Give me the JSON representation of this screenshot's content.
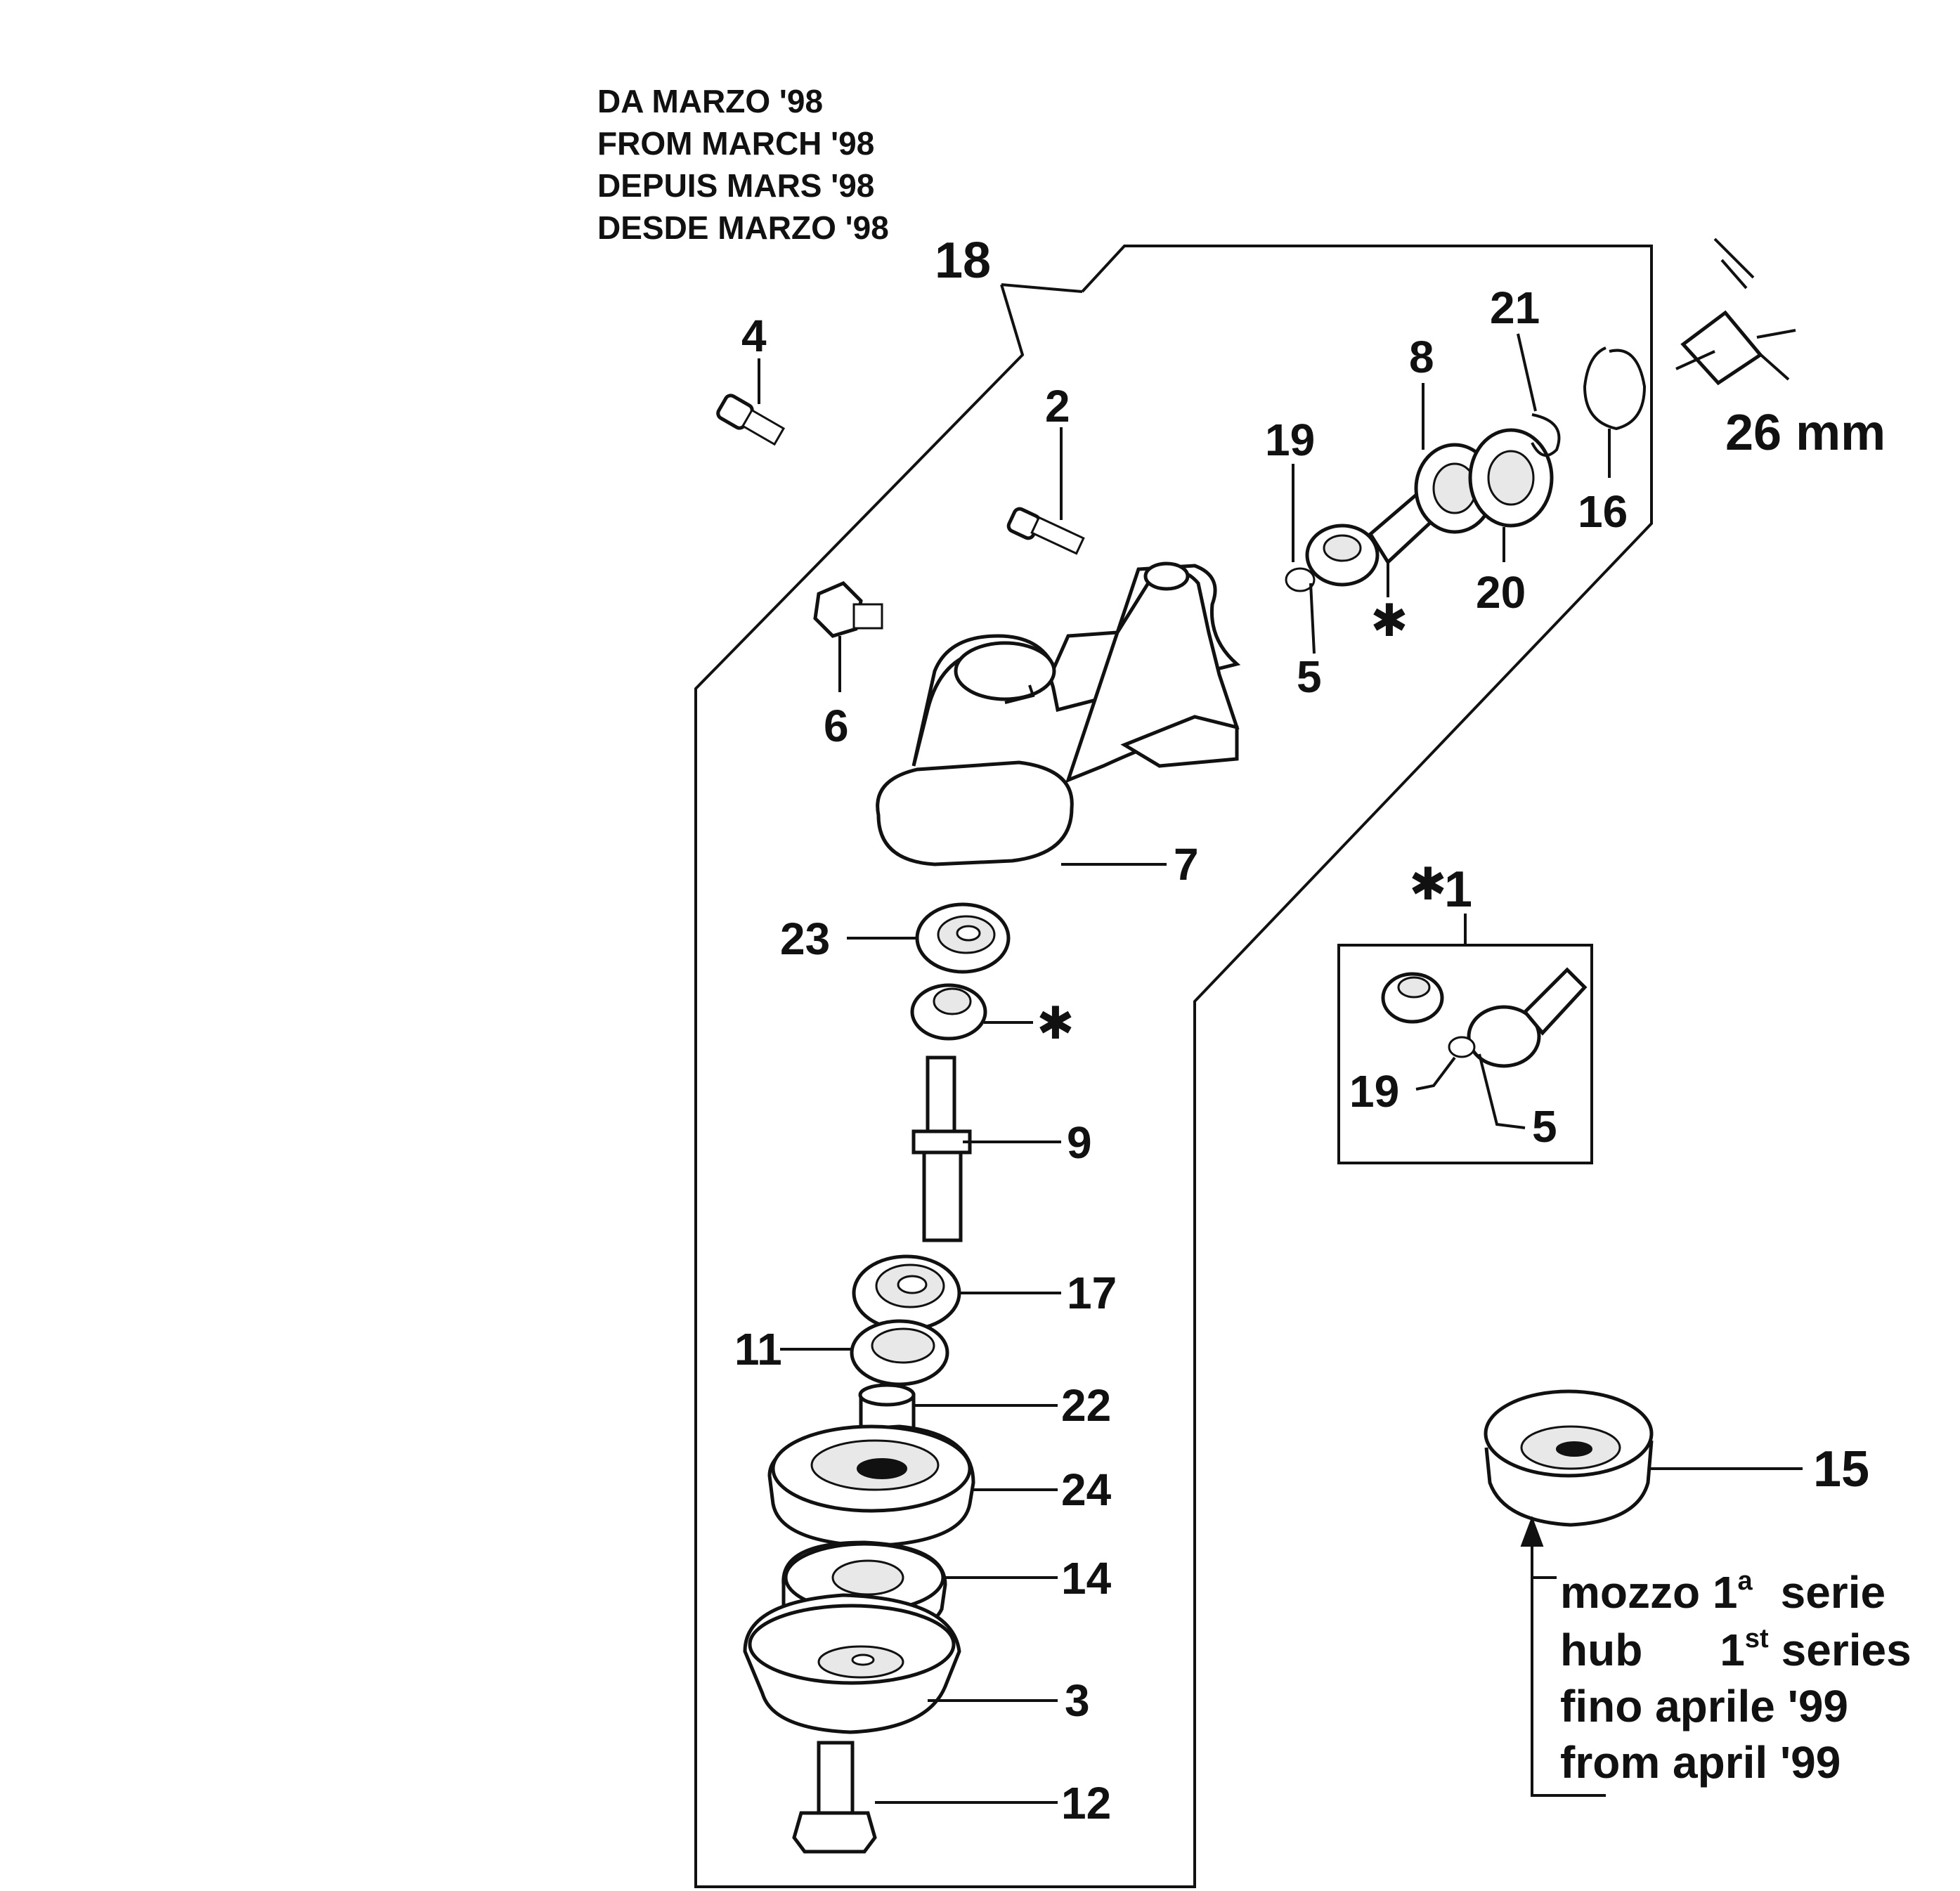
{
  "header_lines": [
    "DA MARZO '98",
    "FROM MARCH '98",
    "DEPUIS MARS '98",
    "DESDE MARZO '98"
  ],
  "assembly_number": "18",
  "dimension": "26 mm",
  "kit": {
    "star": "✱",
    "number": "1",
    "labels": [
      "19",
      "5"
    ]
  },
  "part_labels": {
    "p2": "2",
    "p3": "3",
    "p4": "4",
    "p5": "5",
    "p6": "6",
    "p7": "7",
    "p8": "8",
    "p9": "9",
    "p11": "11",
    "p12": "12",
    "p14": "14",
    "p15": "15",
    "p16": "16",
    "p17": "17",
    "p19": "19",
    "p20": "20",
    "p21": "21",
    "p22": "22",
    "p23": "23",
    "p24": "24"
  },
  "star_markers": [
    "✱",
    "✱"
  ],
  "note": {
    "line1": {
      "word": "mozzo",
      "num": "1",
      "sup": "a",
      "rest": "serie"
    },
    "line2": {
      "word": "hub",
      "num": "1",
      "sup": "st",
      "rest": "series"
    },
    "line3": "fino aprile '99",
    "line4": "from april '99"
  }
}
